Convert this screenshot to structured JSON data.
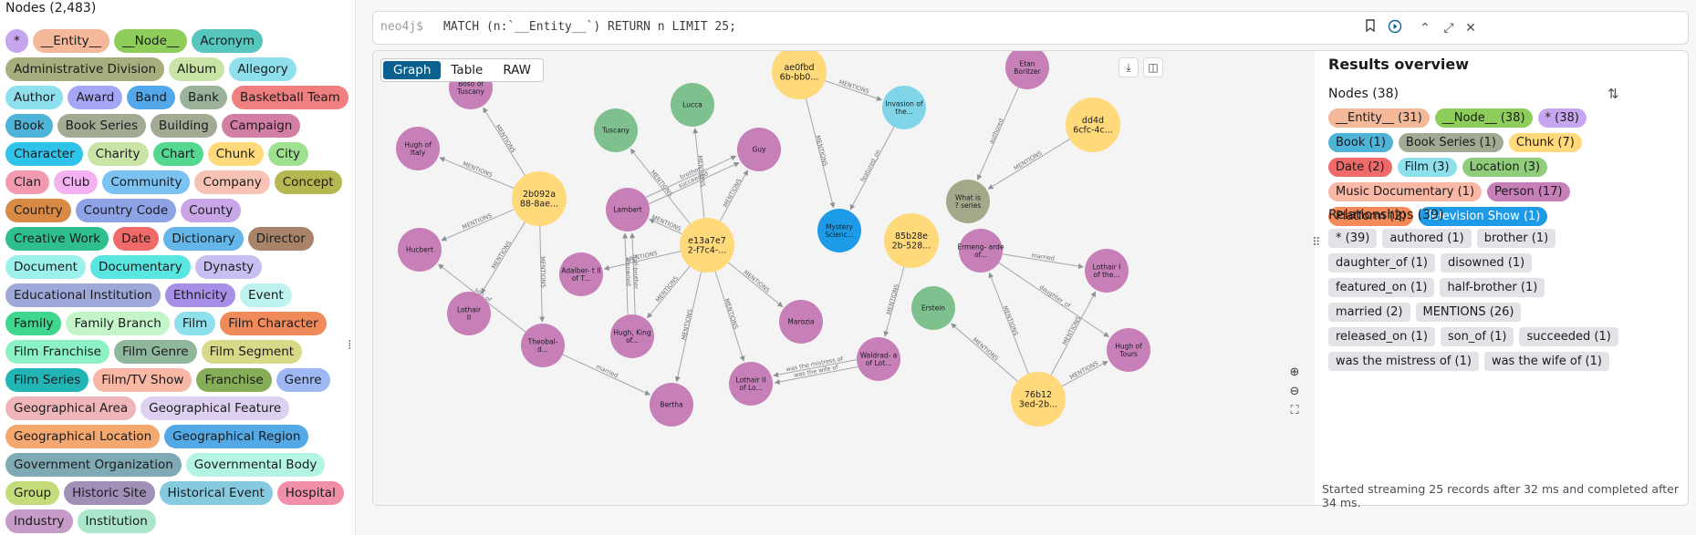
{
  "sidebar": {
    "title": "Nodes (2,483)",
    "labels": [
      {
        "name": "*",
        "color": "#c7a6f0"
      },
      {
        "name": "__Entity__",
        "color": "#f4b89a"
      },
      {
        "name": "__Node__",
        "color": "#8fcd5a"
      },
      {
        "name": "Acronym",
        "color": "#57c7be"
      },
      {
        "name": "Administrative Division",
        "color": "#a8ad7d"
      },
      {
        "name": "Album",
        "color": "#c9e4a6"
      },
      {
        "name": "Allegory",
        "color": "#8ee0ec"
      },
      {
        "name": "Author",
        "color": "#8ee0ec"
      },
      {
        "name": "Award",
        "color": "#a5a6f5"
      },
      {
        "name": "Band",
        "color": "#52a8ea"
      },
      {
        "name": "Bank",
        "color": "#9ab39a"
      },
      {
        "name": "Basketball Team",
        "color": "#f07f7f"
      },
      {
        "name": "Book",
        "color": "#4fb3d8"
      },
      {
        "name": "Book Series",
        "color": "#a3aa94"
      },
      {
        "name": "Building",
        "color": "#a3aa94"
      },
      {
        "name": "Campaign",
        "color": "#d27fa3"
      },
      {
        "name": "Character",
        "color": "#30c3e9"
      },
      {
        "name": "Charity",
        "color": "#c9e4a6"
      },
      {
        "name": "Chart",
        "color": "#54d88f"
      },
      {
        "name": "Chunk",
        "color": "#ffd97a"
      },
      {
        "name": "City",
        "color": "#9fe091"
      },
      {
        "name": "Clan",
        "color": "#f49ab0"
      },
      {
        "name": "Club",
        "color": "#f2b2f0"
      },
      {
        "name": "Community",
        "color": "#7cc2f2"
      },
      {
        "name": "Company",
        "color": "#f7c3b5"
      },
      {
        "name": "Concept",
        "color": "#b5b84f"
      },
      {
        "name": "Country",
        "color": "#d98b45"
      },
      {
        "name": "Country Code",
        "color": "#8ea2e6"
      },
      {
        "name": "County",
        "color": "#c9a6e6"
      },
      {
        "name": "Creative Work",
        "color": "#2fbf8f"
      },
      {
        "name": "Date",
        "color": "#f06a6a"
      },
      {
        "name": "Dictionary",
        "color": "#64b5e8"
      },
      {
        "name": "Director",
        "color": "#a8836a"
      },
      {
        "name": "Document",
        "color": "#9cf2ea"
      },
      {
        "name": "Documentary",
        "color": "#59e6e0"
      },
      {
        "name": "Dynasty",
        "color": "#c7bff2"
      },
      {
        "name": "Educational Institution",
        "color": "#9ea9d9"
      },
      {
        "name": "Ethnicity",
        "color": "#a78ee6"
      },
      {
        "name": "Event",
        "color": "#bdf2ee"
      },
      {
        "name": "Family",
        "color": "#3fd68e"
      },
      {
        "name": "Family Branch",
        "color": "#c4f5c9"
      },
      {
        "name": "Film",
        "color": "#8ee0ec"
      },
      {
        "name": "Film Character",
        "color": "#ef8a5b"
      },
      {
        "name": "Film Franchise",
        "color": "#8df2c3"
      },
      {
        "name": "Film Genre",
        "color": "#8fb79b"
      },
      {
        "name": "Film Segment",
        "color": "#d9d98a"
      },
      {
        "name": "Film Series",
        "color": "#22b5b5"
      },
      {
        "name": "Film/TV Show",
        "color": "#f9b7a5"
      },
      {
        "name": "Franchise",
        "color": "#86ad57"
      },
      {
        "name": "Genre",
        "color": "#9db8f2"
      },
      {
        "name": "Geographical Area",
        "color": "#f0b5b8"
      },
      {
        "name": "Geographical Feature",
        "color": "#ddd0f0"
      },
      {
        "name": "Geographical Location",
        "color": "#f4a86f"
      },
      {
        "name": "Geographical Region",
        "color": "#52a9e6"
      },
      {
        "name": "Government Organization",
        "color": "#7fa9b4"
      },
      {
        "name": "Governmental Body",
        "color": "#b4f4e4"
      },
      {
        "name": "Group",
        "color": "#c5dc7a"
      },
      {
        "name": "Historic Site",
        "color": "#a090b8"
      },
      {
        "name": "Historical Event",
        "color": "#86cae0"
      },
      {
        "name": "Hospital",
        "color": "#f28fa8"
      },
      {
        "name": "Industry",
        "color": "#c79bc8"
      },
      {
        "name": "Institution",
        "color": "#a9e6cc"
      }
    ]
  },
  "editor": {
    "prompt": "neo4j$",
    "query": "MATCH (n:`__Entity__`) RETURN n LIMIT 25;"
  },
  "view_tabs": [
    "Graph",
    "Table",
    "RAW"
  ],
  "graph": {
    "nodes": [
      {
        "id": "n1",
        "text": "Boso of Tuscany",
        "cat": "person"
      },
      {
        "id": "n2",
        "text": "Hugh of Italy",
        "cat": "person"
      },
      {
        "id": "n3",
        "text": "2b092a 88-8ae...",
        "cat": "chunk"
      },
      {
        "id": "n4",
        "text": "Hucbert",
        "cat": "person"
      },
      {
        "id": "n5",
        "text": "Lothair II",
        "cat": "person"
      },
      {
        "id": "n6",
        "text": "Theobal- d...",
        "cat": "person"
      },
      {
        "id": "n7",
        "text": "Tuscany",
        "cat": "location"
      },
      {
        "id": "n8",
        "text": "Lucca",
        "cat": "location"
      },
      {
        "id": "n9",
        "text": "Guy",
        "cat": "person"
      },
      {
        "id": "n10",
        "text": "Lambert",
        "cat": "person"
      },
      {
        "id": "n11",
        "text": "e13a7e7 2-f7c4-...",
        "cat": "chunk"
      },
      {
        "id": "n12",
        "text": "Adalber- t II of T...",
        "cat": "person"
      },
      {
        "id": "n13",
        "text": "Hugh, King of...",
        "cat": "person"
      },
      {
        "id": "n14",
        "text": "Marozia",
        "cat": "person"
      },
      {
        "id": "n15",
        "text": "Bertha",
        "cat": "person"
      },
      {
        "id": "n16",
        "text": "Lothair II of Lo...",
        "cat": "person"
      },
      {
        "id": "n17",
        "text": "ae0fbd 6b-bb0...",
        "cat": "chunk"
      },
      {
        "id": "n18",
        "text": "Invasion of the...",
        "cat": "film"
      },
      {
        "id": "n19",
        "text": "Mystery Scienc...",
        "cat": "tvshow"
      },
      {
        "id": "n20",
        "text": "85b28e 2b-528...",
        "cat": "chunk"
      },
      {
        "id": "n21",
        "text": "Waldrad- a of Lot...",
        "cat": "person"
      },
      {
        "id": "n22",
        "text": "Erstein",
        "cat": "location"
      },
      {
        "id": "n23",
        "text": "Etan Boritzer",
        "cat": "person"
      },
      {
        "id": "n24",
        "text": "dd4d 6cfc-4c...",
        "cat": "chunk"
      },
      {
        "id": "n25",
        "text": "What is ? series",
        "cat": "bookseries"
      },
      {
        "id": "n26",
        "text": "Ermeng- arde of...",
        "cat": "person"
      },
      {
        "id": "n27",
        "text": "Lothair I of the...",
        "cat": "person"
      },
      {
        "id": "n28",
        "text": "Hugh of Tours",
        "cat": "person"
      },
      {
        "id": "n29",
        "text": "76b12 3ed-2b...",
        "cat": "chunk"
      }
    ],
    "edges": [
      {
        "from": "n3",
        "to": "n1",
        "label": "MENTIONS"
      },
      {
        "from": "n3",
        "to": "n2",
        "label": "MENTIONS"
      },
      {
        "from": "n3",
        "to": "n4",
        "label": "MENTIONS"
      },
      {
        "from": "n3",
        "to": "n5",
        "label": "MENTIONS"
      },
      {
        "from": "n3",
        "to": "n6",
        "label": "MENTIONS"
      },
      {
        "from": "n6",
        "to": "n4",
        "label": "son_of"
      },
      {
        "from": "n6",
        "to": "n15",
        "label": "married"
      },
      {
        "from": "n11",
        "to": "n7",
        "label": "MENTIONS"
      },
      {
        "from": "n11",
        "to": "n8",
        "label": "MENTIONS"
      },
      {
        "from": "n11",
        "to": "n9",
        "label": "MENTIONS"
      },
      {
        "from": "n11",
        "to": "n10",
        "label": "MENTIONS"
      },
      {
        "from": "n11",
        "to": "n12",
        "label": "MENTIONS"
      },
      {
        "from": "n11",
        "to": "n13",
        "label": "MENTIONS"
      },
      {
        "from": "n11",
        "to": "n14",
        "label": "MENTIONS"
      },
      {
        "from": "n11",
        "to": "n15",
        "label": "MENTIONS"
      },
      {
        "from": "n11",
        "to": "n16",
        "label": "MENTIONS"
      },
      {
        "from": "n10",
        "to": "n9",
        "label": "brother"
      },
      {
        "from": "n10",
        "to": "n9",
        "label": "succeeded"
      },
      {
        "from": "n13",
        "to": "n10",
        "label": "disowned"
      },
      {
        "from": "n13",
        "to": "n10",
        "label": "half-brother"
      },
      {
        "from": "n17",
        "to": "n18",
        "label": "MENTIONS"
      },
      {
        "from": "n17",
        "to": "n19",
        "label": "MENTIONS"
      },
      {
        "from": "n18",
        "to": "n19",
        "label": "featured_on"
      },
      {
        "from": "n20",
        "to": "n21",
        "label": "MENTIONS"
      },
      {
        "from": "n21",
        "to": "n16",
        "label": "was the wife of"
      },
      {
        "from": "n21",
        "to": "n16",
        "label": "was the mistress of"
      },
      {
        "from": "n23",
        "to": "n25",
        "label": "authored"
      },
      {
        "from": "n24",
        "to": "n25",
        "label": "MENTIONS"
      },
      {
        "from": "n26",
        "to": "n27",
        "label": "married"
      },
      {
        "from": "n26",
        "to": "n28",
        "label": "daughter_of"
      },
      {
        "from": "n29",
        "to": "n22",
        "label": "MENTIONS"
      },
      {
        "from": "n29",
        "to": "n26",
        "label": "MENTIONS"
      },
      {
        "from": "n29",
        "to": "n27",
        "label": "MENTIONS"
      },
      {
        "from": "n29",
        "to": "n28",
        "label": "MENTIONS"
      }
    ],
    "category_colors": {
      "person": "#c77fb8",
      "chunk": "#ffd97a",
      "location": "#7fc08f",
      "film": "#80d6e8",
      "tvshow": "#1e9be6",
      "bookseries": "#a3aa8a"
    }
  },
  "overview": {
    "title": "Results overview",
    "nodes_heading": "Nodes (38)",
    "node_pills": [
      {
        "text": "__Entity__ (31)",
        "color": "#f4b89a"
      },
      {
        "text": "__Node__ (38)",
        "color": "#8fcd5a"
      },
      {
        "text": "* (38)",
        "color": "#c7a6f0"
      },
      {
        "text": "Book (1)",
        "color": "#4fb3d8"
      },
      {
        "text": "Book Series (1)",
        "color": "#a3aa94"
      },
      {
        "text": "Chunk (7)",
        "color": "#ffd97a"
      },
      {
        "text": "Date (2)",
        "color": "#f06a6a"
      },
      {
        "text": "Film (3)",
        "color": "#8ee0ec"
      },
      {
        "text": "Location (3)",
        "color": "#8fcd7a"
      },
      {
        "text": "Music Documentary (1)",
        "color": "#f9b7a5"
      },
      {
        "text": "Person (17)",
        "color": "#c77fb8"
      },
      {
        "text": "Platform (2)",
        "color": "#f28a5a"
      },
      {
        "text": "Television Show (1)",
        "color": "#1e9be6"
      }
    ],
    "rels_heading": "Relationships (39)",
    "rel_pills": [
      "* (39)",
      "authored (1)",
      "brother (1)",
      "daughter_of (1)",
      "disowned (1)",
      "featured_on (1)",
      "half-brother (1)",
      "married (2)",
      "MENTIONS (26)",
      "released_on (1)",
      "son_of (1)",
      "succeeded (1)",
      "was the mistress of (1)",
      "was the wife of (1)"
    ]
  },
  "status": "Started streaming 25 records after 32 ms and completed after 34 ms."
}
